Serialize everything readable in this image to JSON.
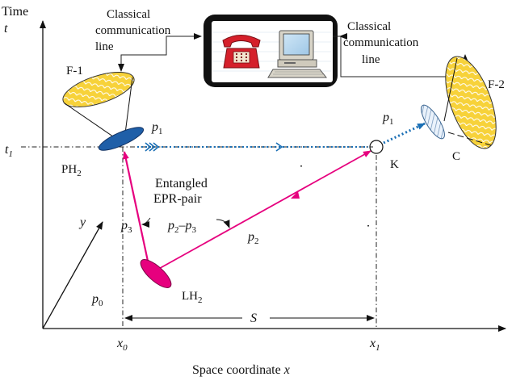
{
  "axes": {
    "time_label": "Time",
    "time_symbol": "t",
    "x_axis_label": "Space coordinate",
    "x_axis_symbol": "x",
    "y_symbol": "y",
    "t1_main": "t",
    "t1_sub": "1",
    "x0_main": "x",
    "x0_sub": "0",
    "x1_main": "x",
    "x1_sub": "1",
    "distance_label": "S"
  },
  "comm_left": {
    "line1": "Classical",
    "line2": "communication",
    "line3": "line"
  },
  "comm_right": {
    "line1": "Classical",
    "line2": "communication",
    "line3": "line"
  },
  "nodes": {
    "f1": "F-1",
    "f2": "F-2",
    "ph_main": "PH",
    "ph_sub": "2",
    "lh_main": "LH",
    "lh_sub": "2",
    "k": "K",
    "c": "C"
  },
  "particles": {
    "p1_main": "p",
    "p1_sub": "1",
    "p1b_main": "p",
    "p1b_sub": "1",
    "p2_main": "p",
    "p2_sub": "2",
    "p3_main": "p",
    "p3_sub": "3",
    "p0_main": "p",
    "p0_sub": "0",
    "p2a_main": "p",
    "p2a_sub": "2",
    "pdash": "–",
    "p3b_main": "p",
    "p3b_sub": "3"
  },
  "entangled": {
    "line1": "Entangled",
    "line2": "EPR-pair"
  },
  "icons": [
    "telephone-icon",
    "computer-icon"
  ],
  "colors": {
    "magenta": "#e6007e",
    "blue": "#1f5fa8",
    "dotted_blue": "#1a6fb5",
    "yellow": "#f7d23a"
  }
}
